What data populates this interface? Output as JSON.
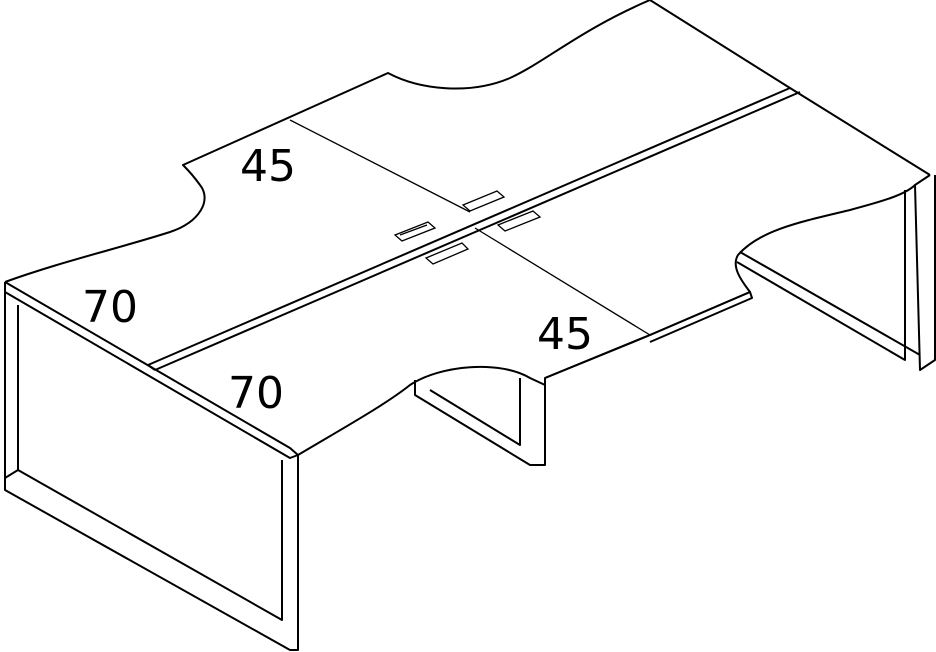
{
  "drawing": {
    "labels": {
      "back_left_depth": "45",
      "front_left_width": "70",
      "front_center_width": "70",
      "front_right_depth": "45"
    },
    "stroke_color": "#000000",
    "background_color": "#ffffff"
  }
}
